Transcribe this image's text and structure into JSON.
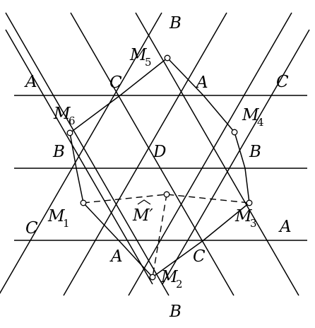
{
  "labels": {
    "A": "A",
    "B": "B",
    "C": "C",
    "D": "D",
    "M": "M",
    "M_prime": "M′",
    "hat": "^",
    "sub1": "1",
    "sub2": "2",
    "sub3": "3",
    "sub4": "4",
    "sub5": "5",
    "sub6": "6"
  }
}
